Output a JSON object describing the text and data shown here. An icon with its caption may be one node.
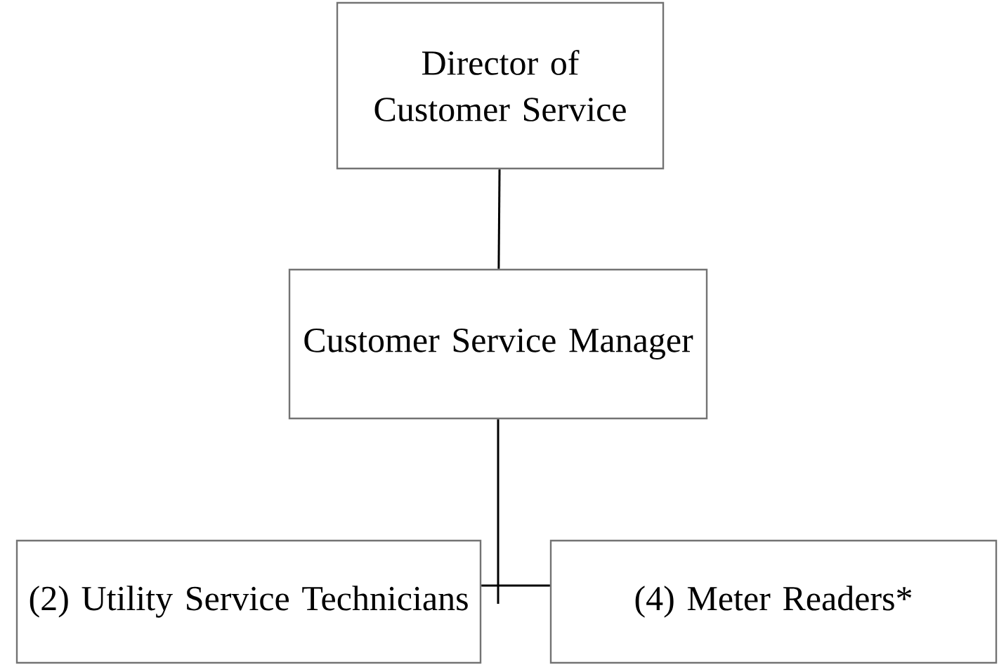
{
  "diagram": {
    "nodes": [
      {
        "text": [
          "Director of Customer Service"
        ]
      },
      {
        "text": [
          "Customer Service Manager"
        ]
      },
      {
        "text": [
          "(2) Utility Service Technicians"
        ]
      },
      {
        "text": [
          "(4) Meter Readers*"
        ]
      }
    ],
    "edges": [
      {
        "from": 0,
        "to": 1,
        "arrow": "none"
      },
      {
        "from": 1,
        "to": 2,
        "arrow": "none"
      },
      {
        "from": 1,
        "to": 3,
        "arrow": "none"
      }
    ]
  }
}
